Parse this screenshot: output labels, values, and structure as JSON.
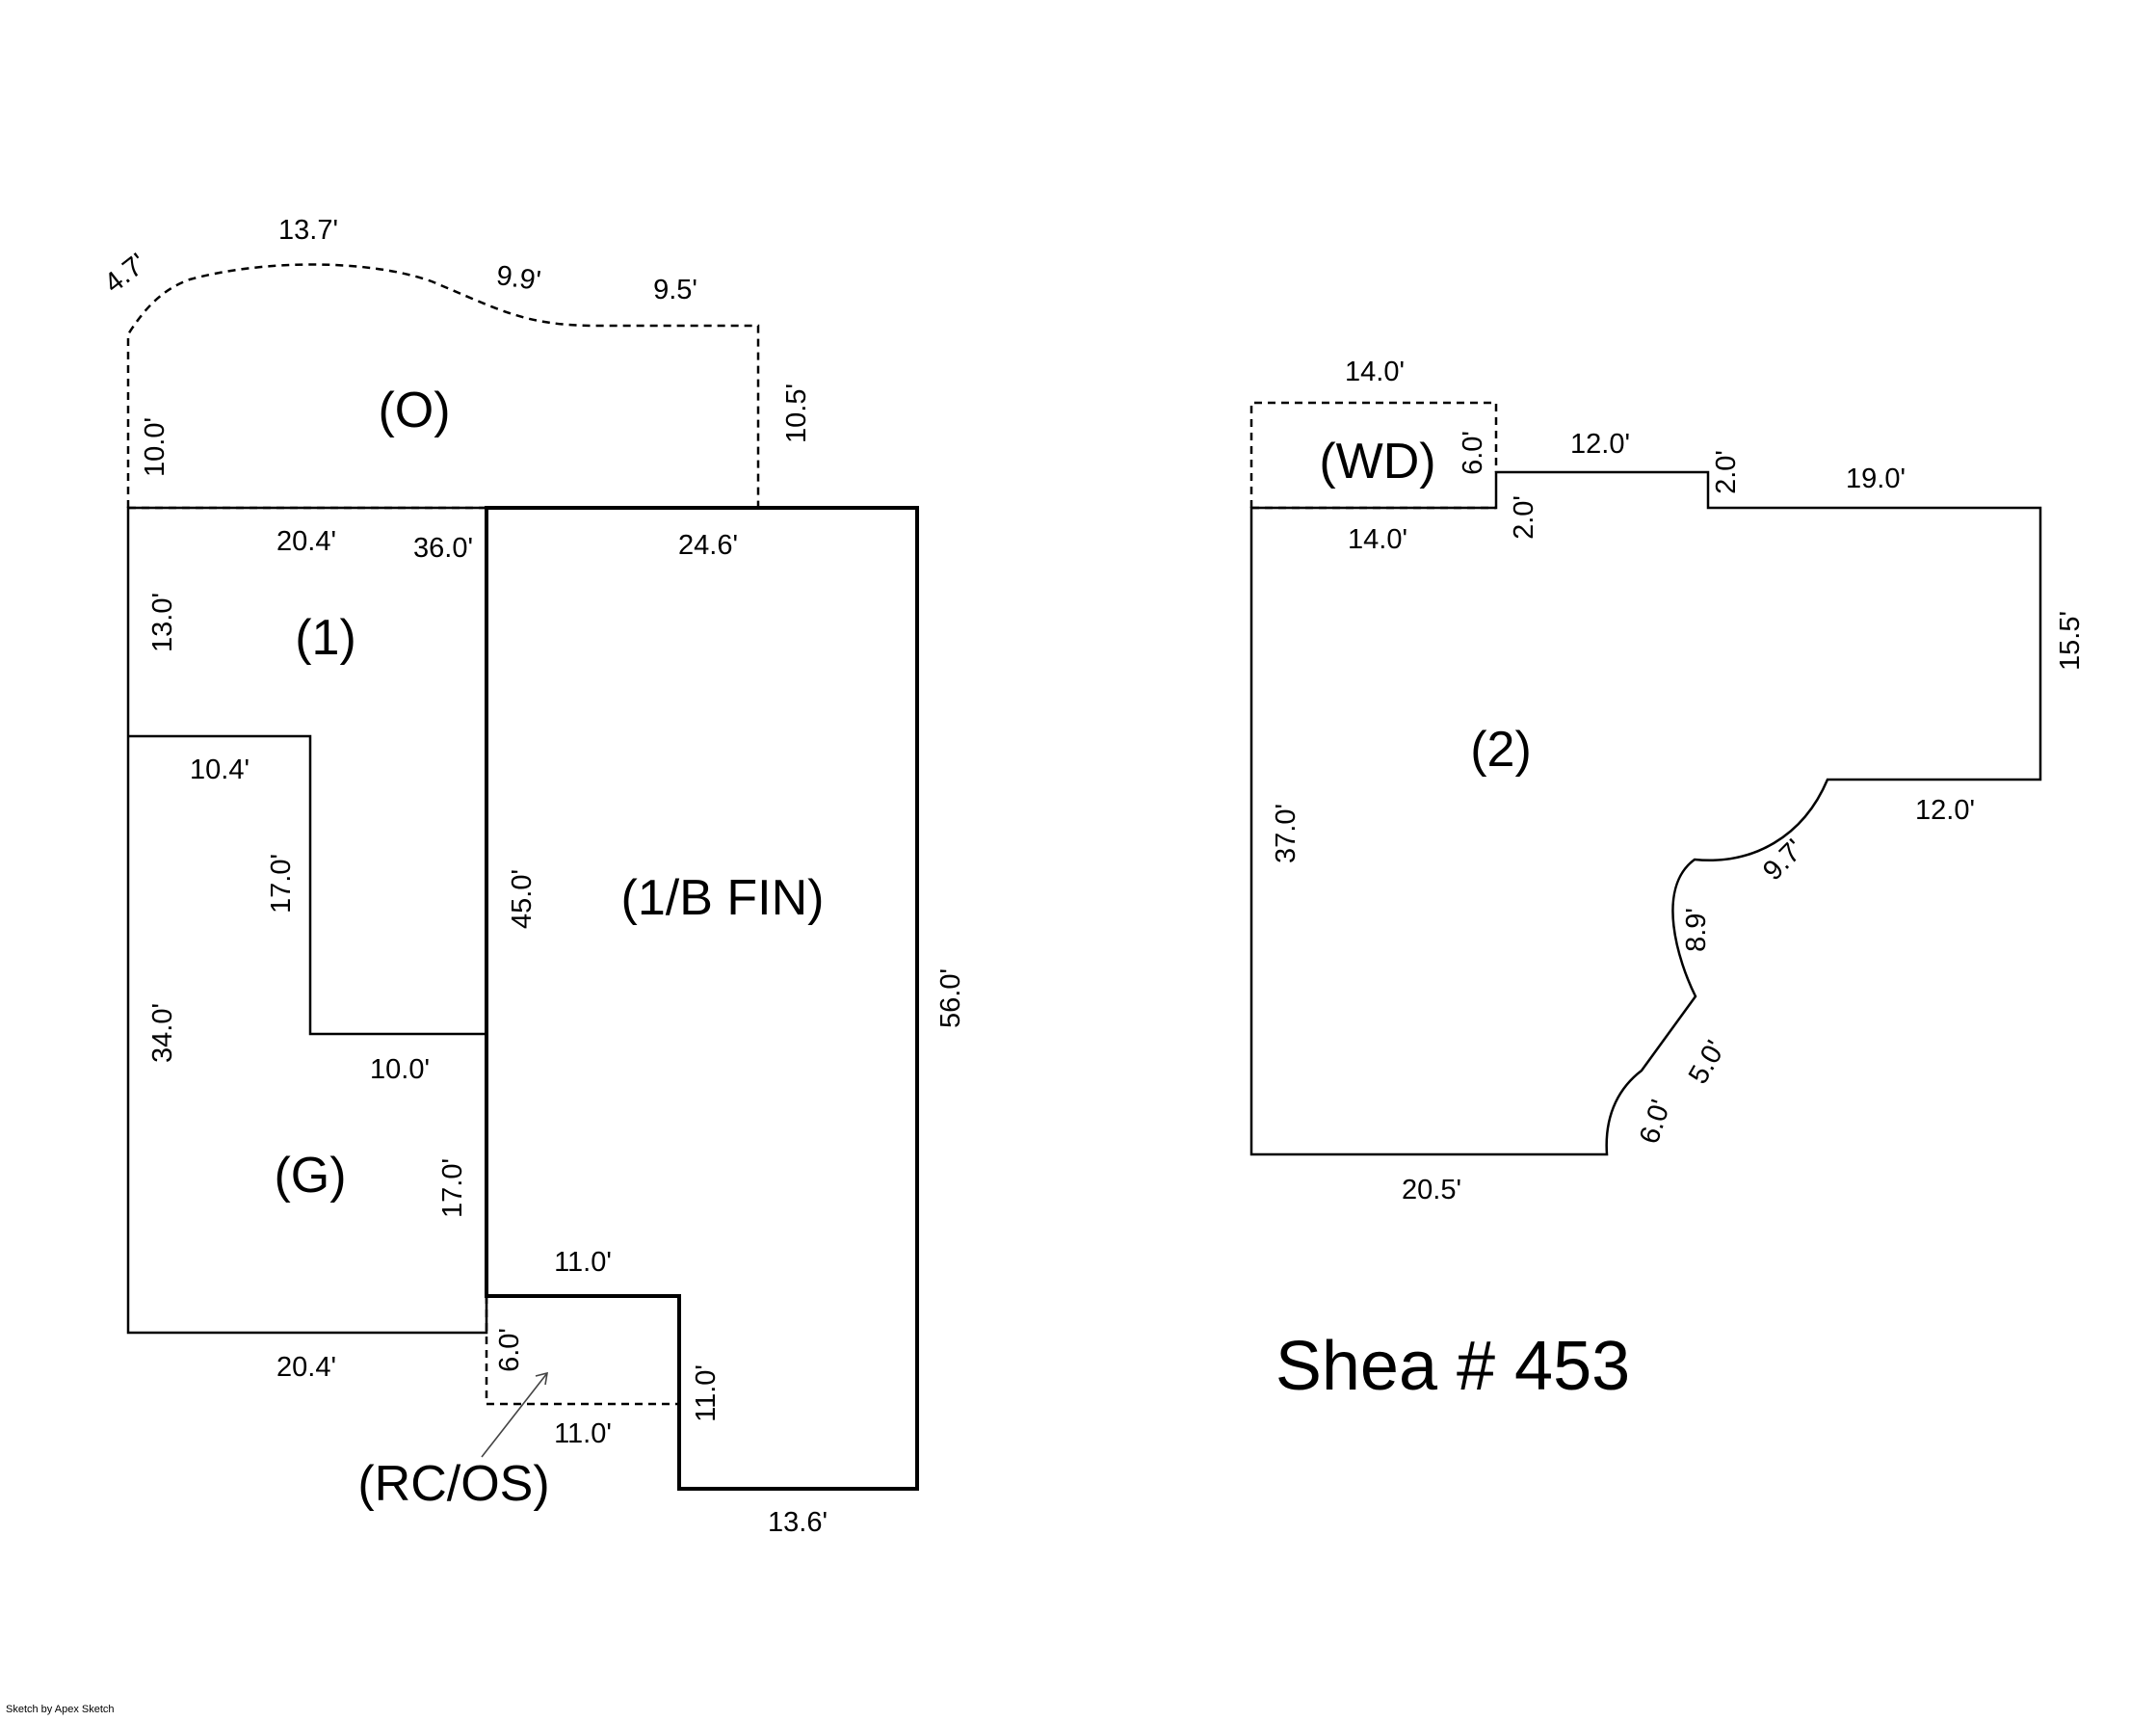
{
  "title": "Shea # 453",
  "credit": "Sketch by Apex Sketch",
  "areas": {
    "o": "(O)",
    "one": "(1)",
    "g": "(G)",
    "fin": "(1/B FIN)",
    "rcos": "(RC/OS)",
    "wd": "(WD)",
    "two": "(2)"
  },
  "dims_left": {
    "o_arc1": "4.7'",
    "o_arc2": "13.7'",
    "o_arc3": "9.9'",
    "o_top": "9.5'",
    "o_left": "10.0'",
    "o_right": "10.5'",
    "one_top": "20.4'",
    "one_right": "36.0'",
    "one_left": "13.0'",
    "fin_top": "24.6'",
    "step_top": "10.4'",
    "step_vert": "17.0'",
    "fin_inner": "45.0'",
    "g_left": "34.0'",
    "g_top": "10.0'",
    "g_right": "17.0'",
    "g_bottom": "20.4'",
    "fin_right": "56.0'",
    "notch_top": "11.0'",
    "rc_left": "6.0'",
    "rc_bottom": "11.0'",
    "fin_notch_vert": "11.0'",
    "fin_bottom": "13.6'"
  },
  "dims_right": {
    "wd_top": "14.0'",
    "wd_right": "6.0'",
    "wd_bottom": "14.0'",
    "step_vert_a": "2.0'",
    "step_top": "12.0'",
    "step_vert_b": "2.0'",
    "top_right": "19.0'",
    "right": "15.5'",
    "ledge": "12.0'",
    "arc_a": "9.7'",
    "arc_b": "8.9'",
    "diag": "5.0'",
    "arc_c": "6.0'",
    "left": "37.0'",
    "bottom": "20.5'"
  }
}
